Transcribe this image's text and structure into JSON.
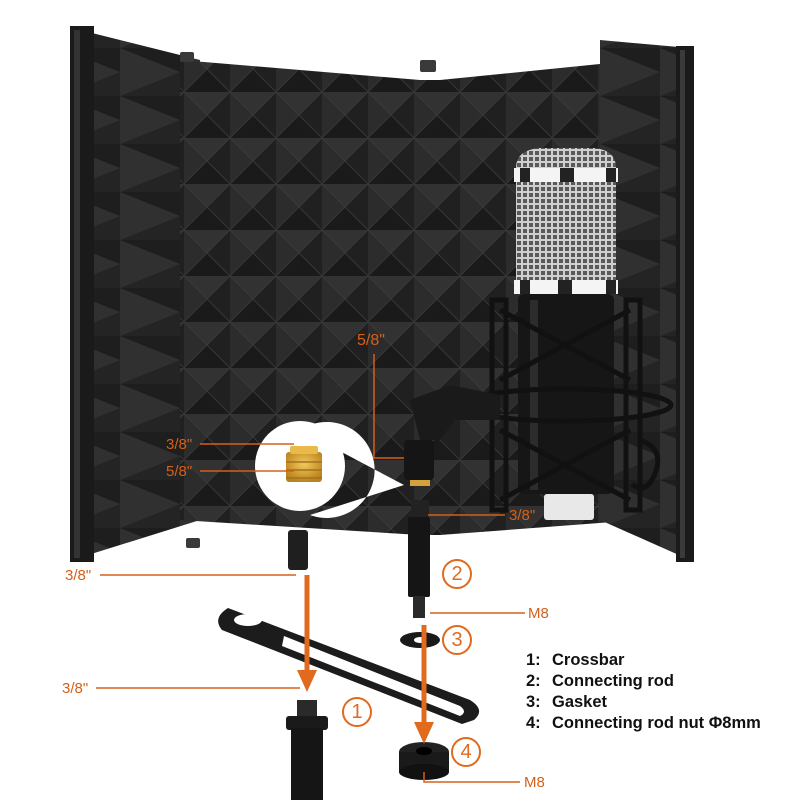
{
  "product": {
    "description": "Microphone isolation shield with condenser microphone, shock mount and mounting hardware",
    "colors": {
      "accent": "#e06a1e",
      "foam": "#2a2a2a",
      "frame": "#1c1c1c",
      "brass": "#d4a23a",
      "background": "#ffffff"
    }
  },
  "callouts": {
    "mic_thread": "5/8\"",
    "adapter_top": "3/8\"",
    "adapter_bottom": "5/8\"",
    "rod_top": "3/8\"",
    "shield_mount": "3/8\"",
    "rod_bottom": "M8",
    "stand_thread": "3/8\"",
    "nut_thread": "M8"
  },
  "part_numbers": {
    "p1": "1",
    "p2": "2",
    "p3": "3",
    "p4": "4"
  },
  "legend": [
    {
      "num": "1:",
      "label": "Crossbar"
    },
    {
      "num": "2:",
      "label": "Connecting rod"
    },
    {
      "num": "3:",
      "label": "Gasket"
    },
    {
      "num": "4:",
      "label": "Connecting rod nut Φ8mm"
    }
  ]
}
